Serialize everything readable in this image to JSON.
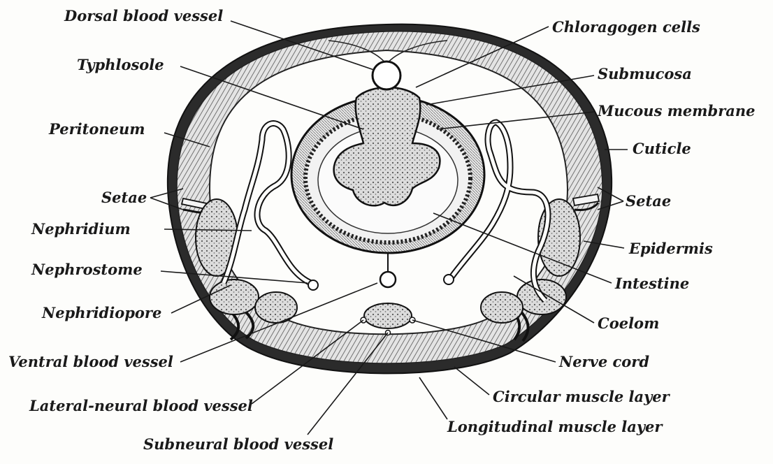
{
  "labels": {
    "dorsal_blood_vessel": "Dorsal blood vessel",
    "chloragogen_cells": "Chloragogen cells",
    "typhlosole": "Typhlosole",
    "submucosa": "Submucosa",
    "mucous_membrane": "Mucous membrane",
    "peritoneum": "Peritoneum",
    "cuticle": "Cuticle",
    "setae_left": "Setae",
    "setae_right": "Setae",
    "nephridium": "Nephridium",
    "epidermis": "Epidermis",
    "nephrostome": "Nephrostome",
    "intestine": "Intestine",
    "nephridiopore": "Nephridiopore",
    "coelom": "Coelom",
    "ventral_blood_vessel": "Ventral blood vessel",
    "nerve_cord": "Nerve cord",
    "lateral_neural_blood_vessel": "Lateral-neural blood vessel",
    "circular_muscle_layer": "Circular muscle layer",
    "longitudinal_muscle_layer": "Longitudinal muscle layer",
    "subneural_blood_vessel": "Subneural blood vessel"
  },
  "colors": {
    "ink": "#1a1a1a",
    "paper": "#fdfdfb",
    "stipple": "#6e6e6e",
    "muscle_fill": "#d8d8d8",
    "tissue_fill": "#c9c9c9"
  }
}
